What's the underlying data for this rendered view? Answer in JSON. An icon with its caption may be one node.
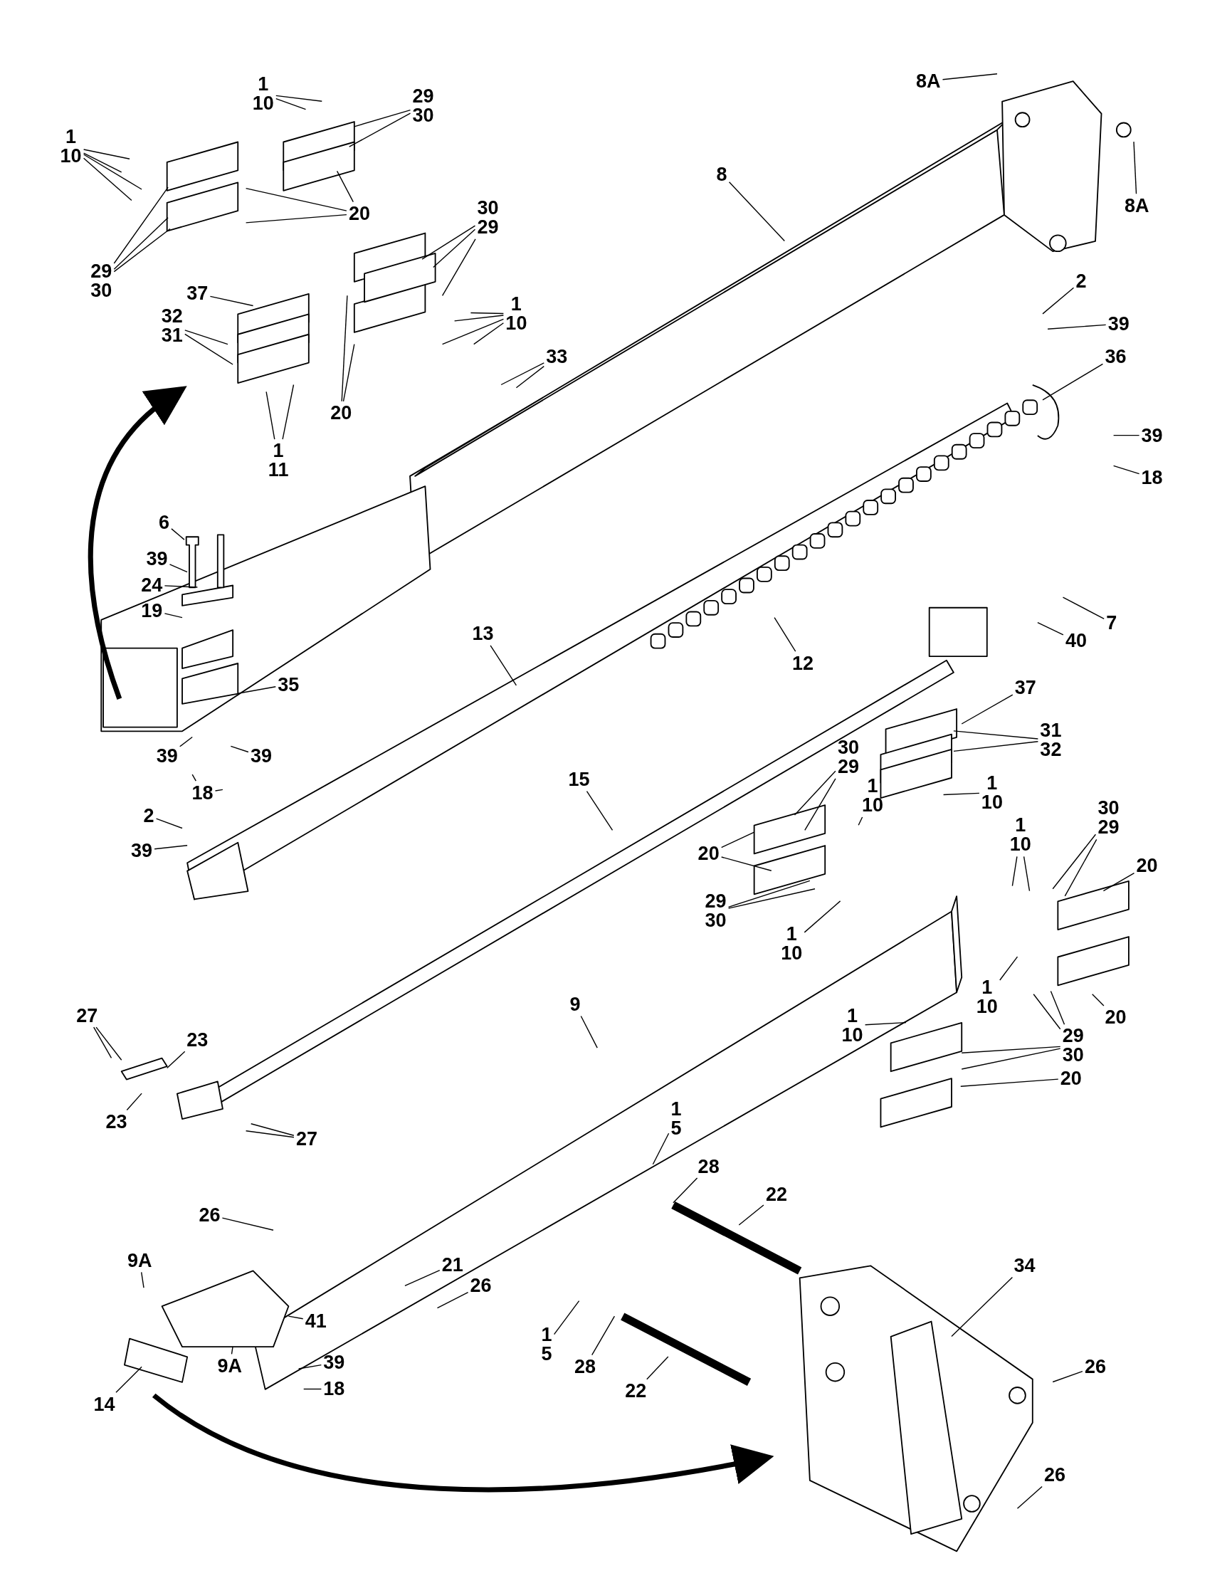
{
  "diagram": {
    "nodes": [
      {
        "text": [
          "8A"
        ]
      },
      {
        "text": [
          "8A"
        ]
      },
      {
        "text": [
          "8"
        ]
      },
      {
        "text": [
          "1",
          "10"
        ]
      },
      {
        "text": [
          "29",
          "30"
        ]
      },
      {
        "text": [
          "1",
          "10"
        ]
      },
      {
        "text": [
          "20"
        ]
      },
      {
        "text": [
          "29",
          "30"
        ]
      },
      {
        "text": [
          "30",
          "29"
        ]
      },
      {
        "text": [
          "1",
          "10"
        ]
      },
      {
        "text": [
          "37"
        ]
      },
      {
        "text": [
          "32",
          "31"
        ]
      },
      {
        "text": [
          "20"
        ]
      },
      {
        "text": [
          "1",
          "11"
        ]
      },
      {
        "text": [
          "33"
        ]
      },
      {
        "text": [
          "2"
        ]
      },
      {
        "text": [
          "39"
        ]
      },
      {
        "text": [
          "36"
        ]
      },
      {
        "text": [
          "39"
        ]
      },
      {
        "text": [
          "18"
        ]
      },
      {
        "text": [
          "6"
        ]
      },
      {
        "text": [
          "39"
        ]
      },
      {
        "text": [
          "24"
        ]
      },
      {
        "text": [
          "19"
        ]
      },
      {
        "text": [
          "35"
        ]
      },
      {
        "text": [
          "13"
        ]
      },
      {
        "text": [
          "12"
        ]
      },
      {
        "text": [
          "7"
        ]
      },
      {
        "text": [
          "40"
        ]
      },
      {
        "text": [
          "37"
        ]
      },
      {
        "text": [
          "31",
          "32"
        ]
      },
      {
        "text": [
          "39"
        ]
      },
      {
        "text": [
          "39"
        ]
      },
      {
        "text": [
          "18"
        ]
      },
      {
        "text": [
          "2"
        ]
      },
      {
        "text": [
          "39"
        ]
      },
      {
        "text": [
          "15"
        ]
      },
      {
        "text": [
          "30",
          "29"
        ]
      },
      {
        "text": [
          "1",
          "10"
        ]
      },
      {
        "text": [
          "1",
          "10"
        ]
      },
      {
        "text": [
          "20"
        ]
      },
      {
        "text": [
          "29",
          "30"
        ]
      },
      {
        "text": [
          "1",
          "10"
        ]
      },
      {
        "text": [
          "1",
          "10"
        ]
      },
      {
        "text": [
          "30",
          "29"
        ]
      },
      {
        "text": [
          "20"
        ]
      },
      {
        "text": [
          "1",
          "10"
        ]
      },
      {
        "text": [
          "1",
          "10"
        ]
      },
      {
        "text": [
          "29",
          "30"
        ]
      },
      {
        "text": [
          "20"
        ]
      },
      {
        "text": [
          "20"
        ]
      },
      {
        "text": [
          "9"
        ]
      },
      {
        "text": [
          "27"
        ]
      },
      {
        "text": [
          "23"
        ]
      },
      {
        "text": [
          "23"
        ]
      },
      {
        "text": [
          "27"
        ]
      },
      {
        "text": [
          "1",
          "5"
        ]
      },
      {
        "text": [
          "28"
        ]
      },
      {
        "text": [
          "22"
        ]
      },
      {
        "text": [
          "26"
        ]
      },
      {
        "text": [
          "9A"
        ]
      },
      {
        "text": [
          "34"
        ]
      },
      {
        "text": [
          "21"
        ]
      },
      {
        "text": [
          "26"
        ]
      },
      {
        "text": [
          "41"
        ]
      },
      {
        "text": [
          "9A"
        ]
      },
      {
        "text": [
          "39"
        ]
      },
      {
        "text": [
          "18"
        ]
      },
      {
        "text": [
          "1",
          "5"
        ]
      },
      {
        "text": [
          "28"
        ]
      },
      {
        "text": [
          "22"
        ]
      },
      {
        "text": [
          "14"
        ]
      },
      {
        "text": [
          "26"
        ]
      },
      {
        "text": [
          "26"
        ]
      }
    ],
    "edges": [
      {
        "from": 0,
        "to": null,
        "arrow": "none"
      },
      {
        "from": 1,
        "to": null,
        "arrow": "none"
      },
      {
        "from": 2,
        "to": null,
        "arrow": "none"
      },
      {
        "from": 3,
        "to": null,
        "arrow": "none"
      },
      {
        "from": 3,
        "to": null,
        "arrow": "none"
      },
      {
        "from": 4,
        "to": null,
        "arrow": "none"
      },
      {
        "from": 4,
        "to": null,
        "arrow": "none"
      },
      {
        "from": 5,
        "to": null,
        "arrow": "none"
      },
      {
        "from": 5,
        "to": null,
        "arrow": "none"
      },
      {
        "from": 5,
        "to": null,
        "arrow": "none"
      },
      {
        "from": 5,
        "to": null,
        "arrow": "none"
      },
      {
        "from": 6,
        "to": null,
        "arrow": "none"
      },
      {
        "from": 6,
        "to": null,
        "arrow": "none"
      },
      {
        "from": 6,
        "to": null,
        "arrow": "none"
      },
      {
        "from": 7,
        "to": null,
        "arrow": "none"
      },
      {
        "from": 7,
        "to": null,
        "arrow": "none"
      },
      {
        "from": 7,
        "to": null,
        "arrow": "none"
      },
      {
        "from": 8,
        "to": null,
        "arrow": "none"
      },
      {
        "from": 8,
        "to": null,
        "arrow": "none"
      },
      {
        "from": 8,
        "to": null,
        "arrow": "none"
      },
      {
        "from": 9,
        "to": null,
        "arrow": "none"
      },
      {
        "from": 9,
        "to": null,
        "arrow": "none"
      },
      {
        "from": 9,
        "to": null,
        "arrow": "none"
      },
      {
        "from": 9,
        "to": null,
        "arrow": "none"
      },
      {
        "from": 10,
        "to": null,
        "arrow": "none"
      },
      {
        "from": 11,
        "to": null,
        "arrow": "none"
      },
      {
        "from": 11,
        "to": null,
        "arrow": "none"
      },
      {
        "from": 12,
        "to": null,
        "arrow": "none"
      },
      {
        "from": 12,
        "to": null,
        "arrow": "none"
      },
      {
        "from": 13,
        "to": null,
        "arrow": "none"
      },
      {
        "from": 13,
        "to": null,
        "arrow": "none"
      },
      {
        "from": 14,
        "to": null,
        "arrow": "none"
      },
      {
        "from": 14,
        "to": null,
        "arrow": "none"
      },
      {
        "from": 15,
        "to": null,
        "arrow": "none"
      },
      {
        "from": 16,
        "to": null,
        "arrow": "none"
      },
      {
        "from": 17,
        "to": null,
        "arrow": "none"
      },
      {
        "from": 18,
        "to": null,
        "arrow": "none"
      },
      {
        "from": 19,
        "to": null,
        "arrow": "none"
      },
      {
        "from": 20,
        "to": null,
        "arrow": "none"
      },
      {
        "from": 21,
        "to": null,
        "arrow": "none"
      },
      {
        "from": 22,
        "to": null,
        "arrow": "none"
      },
      {
        "from": 23,
        "to": null,
        "arrow": "none"
      },
      {
        "from": 24,
        "to": null,
        "arrow": "none"
      },
      {
        "from": 25,
        "to": null,
        "arrow": "none"
      },
      {
        "from": 26,
        "to": null,
        "arrow": "none"
      },
      {
        "from": 27,
        "to": null,
        "arrow": "none"
      },
      {
        "from": 28,
        "to": null,
        "arrow": "none"
      },
      {
        "from": 29,
        "to": null,
        "arrow": "none"
      },
      {
        "from": 30,
        "to": null,
        "arrow": "none"
      },
      {
        "from": 30,
        "to": null,
        "arrow": "none"
      },
      {
        "from": 31,
        "to": null,
        "arrow": "none"
      },
      {
        "from": 32,
        "to": null,
        "arrow": "none"
      },
      {
        "from": 33,
        "to": null,
        "arrow": "none"
      },
      {
        "from": 33,
        "to": null,
        "arrow": "none"
      },
      {
        "from": 34,
        "to": null,
        "arrow": "none"
      },
      {
        "from": 35,
        "to": null,
        "arrow": "none"
      },
      {
        "from": 36,
        "to": null,
        "arrow": "none"
      },
      {
        "from": 37,
        "to": null,
        "arrow": "none"
      },
      {
        "from": 37,
        "to": null,
        "arrow": "none"
      },
      {
        "from": 38,
        "to": null,
        "arrow": "none"
      },
      {
        "from": 39,
        "to": null,
        "arrow": "none"
      },
      {
        "from": 40,
        "to": null,
        "arrow": "none"
      },
      {
        "from": 40,
        "to": null,
        "arrow": "none"
      },
      {
        "from": 41,
        "to": null,
        "arrow": "none"
      },
      {
        "from": 41,
        "to": null,
        "arrow": "none"
      },
      {
        "from": 42,
        "to": null,
        "arrow": "none"
      },
      {
        "from": 43,
        "to": null,
        "arrow": "none"
      },
      {
        "from": 43,
        "to": null,
        "arrow": "none"
      },
      {
        "from": 44,
        "to": null,
        "arrow": "none"
      },
      {
        "from": 44,
        "to": null,
        "arrow": "none"
      },
      {
        "from": 45,
        "to": null,
        "arrow": "none"
      },
      {
        "from": 46,
        "to": null,
        "arrow": "none"
      },
      {
        "from": 47,
        "to": null,
        "arrow": "none"
      },
      {
        "from": 48,
        "to": null,
        "arrow": "none"
      },
      {
        "from": 48,
        "to": null,
        "arrow": "none"
      },
      {
        "from": 48,
        "to": null,
        "arrow": "none"
      },
      {
        "from": 48,
        "to": null,
        "arrow": "none"
      },
      {
        "from": 49,
        "to": null,
        "arrow": "none"
      },
      {
        "from": 50,
        "to": null,
        "arrow": "none"
      },
      {
        "from": 51,
        "to": null,
        "arrow": "none"
      },
      {
        "from": 52,
        "to": null,
        "arrow": "none"
      },
      {
        "from": 52,
        "to": null,
        "arrow": "none"
      },
      {
        "from": 53,
        "to": null,
        "arrow": "none"
      },
      {
        "from": 54,
        "to": null,
        "arrow": "none"
      },
      {
        "from": 55,
        "to": null,
        "arrow": "none"
      },
      {
        "from": 55,
        "to": null,
        "arrow": "none"
      },
      {
        "from": 56,
        "to": null,
        "arrow": "none"
      },
      {
        "from": 57,
        "to": null,
        "arrow": "none"
      },
      {
        "from": 58,
        "to": null,
        "arrow": "none"
      },
      {
        "from": 59,
        "to": null,
        "arrow": "none"
      },
      {
        "from": 60,
        "to": null,
        "arrow": "none"
      },
      {
        "from": 61,
        "to": null,
        "arrow": "none"
      },
      {
        "from": 62,
        "to": null,
        "arrow": "none"
      },
      {
        "from": 63,
        "to": null,
        "arrow": "none"
      },
      {
        "from": 64,
        "to": null,
        "arrow": "none"
      },
      {
        "from": 65,
        "to": null,
        "arrow": "none"
      },
      {
        "from": 66,
        "to": null,
        "arrow": "none"
      },
      {
        "from": 67,
        "to": null,
        "arrow": "none"
      },
      {
        "from": 68,
        "to": null,
        "arrow": "none"
      },
      {
        "from": 69,
        "to": null,
        "arrow": "none"
      },
      {
        "from": 70,
        "to": null,
        "arrow": "none"
      },
      {
        "from": 71,
        "to": null,
        "arrow": "none"
      },
      {
        "from": 72,
        "to": null,
        "arrow": "none"
      },
      {
        "from": 73,
        "to": null,
        "arrow": "none"
      }
    ]
  }
}
